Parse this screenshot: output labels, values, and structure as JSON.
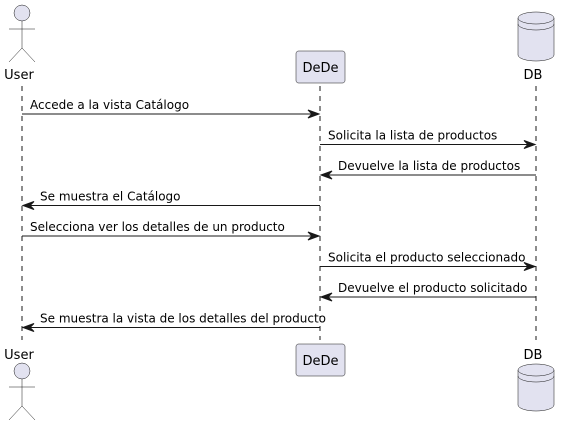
{
  "participants": {
    "user": {
      "label": "User",
      "kind": "actor"
    },
    "dede": {
      "label": "DeDe",
      "kind": "participant"
    },
    "db": {
      "label": "DB",
      "kind": "database"
    }
  },
  "messages": [
    {
      "from": "user",
      "to": "dede",
      "text": "Accede a la vista Catálogo"
    },
    {
      "from": "dede",
      "to": "db",
      "text": "Solicita la lista de productos"
    },
    {
      "from": "db",
      "to": "dede",
      "text": "Devuelve la lista de productos"
    },
    {
      "from": "dede",
      "to": "user",
      "text": "Se muestra el Catálogo"
    },
    {
      "from": "user",
      "to": "dede",
      "text": "Selecciona ver los detalles de un producto"
    },
    {
      "from": "dede",
      "to": "db",
      "text": "Solicita el producto seleccionado"
    },
    {
      "from": "db",
      "to": "dede",
      "text": "Devuelve el producto solicitado"
    },
    {
      "from": "dede",
      "to": "user",
      "text": "Se muestra la vista de los detalles del producto"
    }
  ],
  "colors": {
    "participant_fill": "#E2E2F0",
    "line": "#181818",
    "text": "#000000"
  }
}
